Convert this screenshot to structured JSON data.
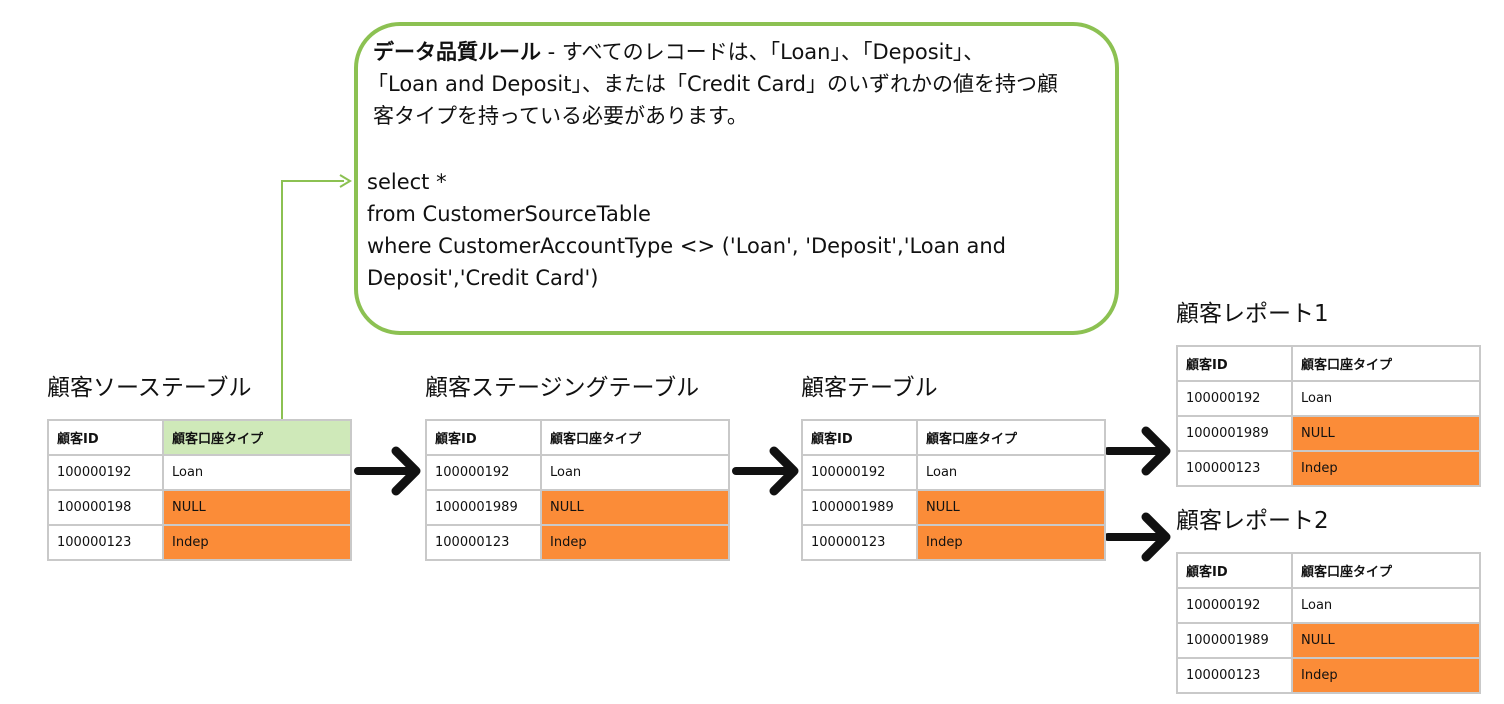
{
  "rule": {
    "title": "データ品質ルール",
    "lines": [
      " - すべてのレコードは、「Loan」、「Deposit」、",
      "「Loan and Deposit」、または「Credit Card」のいずれかの値を持つ顧",
      "客タイプを持っている必要があります。"
    ],
    "sql": [
      "select *",
      "from CustomerSourceTable",
      "where CustomerAccountType <> ('Loan', 'Deposit','Loan and",
      "Deposit','Credit Card')"
    ]
  },
  "tables": [
    {
      "title": "顧客ソーステーブル",
      "headers": [
        "顧客ID",
        "顧客口座タイプ"
      ],
      "rows": [
        [
          "100000192",
          "Loan"
        ],
        [
          "100000198",
          "NULL"
        ],
        [
          "100000123",
          "Indep"
        ]
      ]
    },
    {
      "title": "顧客ステージングテーブル",
      "headers": [
        "顧客ID",
        "顧客口座タイプ"
      ],
      "rows": [
        [
          "100000192",
          "Loan"
        ],
        [
          "1000001989",
          "NULL"
        ],
        [
          "100000123",
          "Indep"
        ]
      ]
    },
    {
      "title": "顧客テーブル",
      "headers": [
        "顧客ID",
        "顧客口座タイプ"
      ],
      "rows": [
        [
          "100000192",
          "Loan"
        ],
        [
          "1000001989",
          "NULL"
        ],
        [
          "100000123",
          "Indep"
        ]
      ]
    },
    {
      "title": "顧客レポート1",
      "headers": [
        "顧客ID",
        "顧客口座タイプ"
      ],
      "rows": [
        [
          "100000192",
          "Loan"
        ],
        [
          "1000001989",
          "NULL"
        ],
        [
          "100000123",
          "Indep"
        ]
      ]
    },
    {
      "title": "顧客レポート2",
      "headers": [
        "顧客ID",
        "顧客口座タイプ"
      ],
      "rows": [
        [
          "100000192",
          "Loan"
        ],
        [
          "1000001989",
          "NULL"
        ],
        [
          "100000123",
          "Indep"
        ]
      ]
    }
  ],
  "colors": {
    "rule_border": "#8cc152",
    "highlight_header": "#cfe9b9",
    "invalid_cell": "#fb8c38",
    "arrow": "#111111"
  }
}
